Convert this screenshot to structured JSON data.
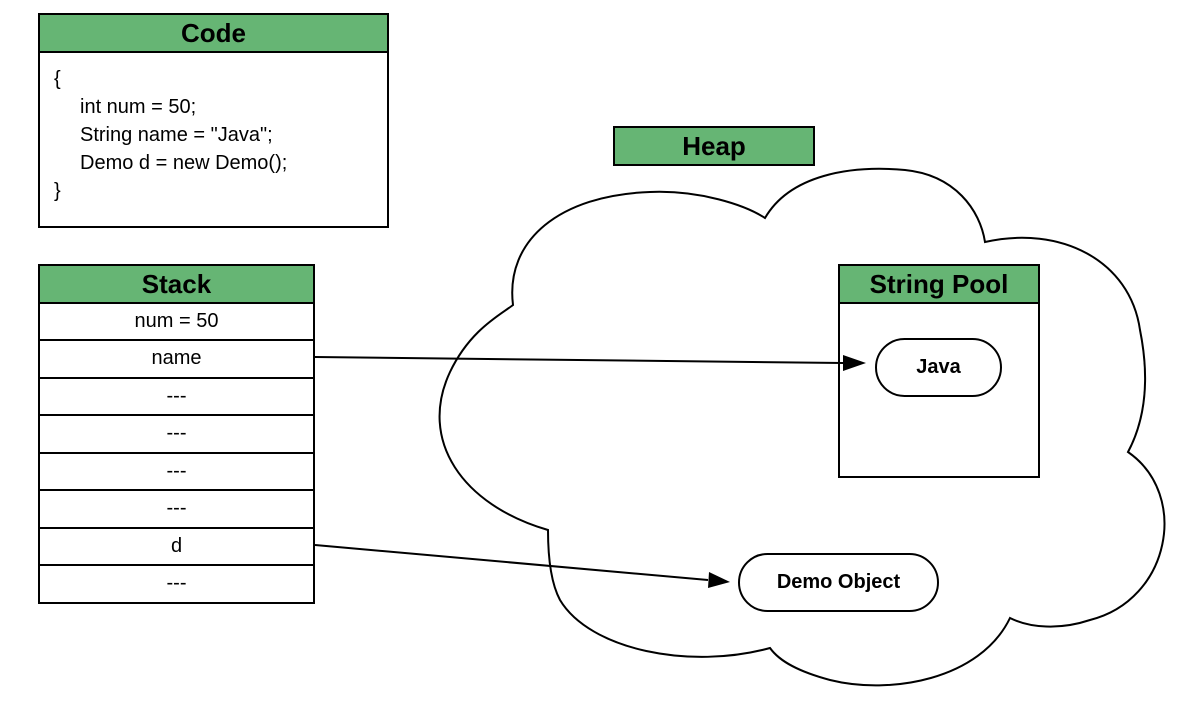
{
  "code": {
    "title": "Code",
    "lines": [
      "{",
      "int num = 50;",
      "String name = \"Java\";",
      "Demo d = new Demo();",
      "}"
    ]
  },
  "stack": {
    "title": "Stack",
    "rows": [
      "num = 50",
      "name",
      "---",
      "---",
      "---",
      "---",
      "d",
      "---"
    ]
  },
  "heap": {
    "title": "Heap",
    "string_pool": {
      "title": "String Pool",
      "entry": "Java"
    },
    "object": "Demo Object"
  }
}
